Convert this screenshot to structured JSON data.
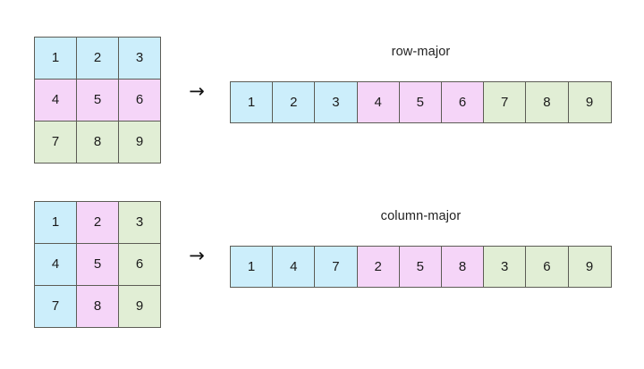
{
  "figure": {
    "title": "",
    "background_color": "#ffffff",
    "arrow_glyph": "→",
    "border_color": "#5c5c55",
    "text_color": "#1a1a1a"
  },
  "palette": {
    "blue": "#cceefb",
    "pink": "#f5d5f8",
    "green": "#e1eed5"
  },
  "examples": [
    {
      "id": "row-major",
      "label": "row-major",
      "matrix": {
        "rows": 3,
        "cols": 3,
        "cells": [
          [
            {
              "value": "1",
              "color": "blue"
            },
            {
              "value": "2",
              "color": "blue"
            },
            {
              "value": "3",
              "color": "blue"
            }
          ],
          [
            {
              "value": "4",
              "color": "pink"
            },
            {
              "value": "5",
              "color": "pink"
            },
            {
              "value": "6",
              "color": "pink"
            }
          ],
          [
            {
              "value": "7",
              "color": "green"
            },
            {
              "value": "8",
              "color": "green"
            },
            {
              "value": "9",
              "color": "green"
            }
          ]
        ]
      },
      "array": {
        "length": 9,
        "cells": [
          {
            "value": "1",
            "color": "blue"
          },
          {
            "value": "2",
            "color": "blue"
          },
          {
            "value": "3",
            "color": "blue"
          },
          {
            "value": "4",
            "color": "pink"
          },
          {
            "value": "5",
            "color": "pink"
          },
          {
            "value": "6",
            "color": "pink"
          },
          {
            "value": "7",
            "color": "green"
          },
          {
            "value": "8",
            "color": "green"
          },
          {
            "value": "9",
            "color": "green"
          }
        ]
      }
    },
    {
      "id": "column-major",
      "label": "column-major",
      "matrix": {
        "rows": 3,
        "cols": 3,
        "cells": [
          [
            {
              "value": "1",
              "color": "blue"
            },
            {
              "value": "2",
              "color": "pink"
            },
            {
              "value": "3",
              "color": "green"
            }
          ],
          [
            {
              "value": "4",
              "color": "blue"
            },
            {
              "value": "5",
              "color": "pink"
            },
            {
              "value": "6",
              "color": "green"
            }
          ],
          [
            {
              "value": "7",
              "color": "blue"
            },
            {
              "value": "8",
              "color": "pink"
            },
            {
              "value": "9",
              "color": "green"
            }
          ]
        ]
      },
      "array": {
        "length": 9,
        "cells": [
          {
            "value": "1",
            "color": "blue"
          },
          {
            "value": "4",
            "color": "blue"
          },
          {
            "value": "7",
            "color": "blue"
          },
          {
            "value": "2",
            "color": "pink"
          },
          {
            "value": "5",
            "color": "pink"
          },
          {
            "value": "8",
            "color": "pink"
          },
          {
            "value": "3",
            "color": "green"
          },
          {
            "value": "6",
            "color": "green"
          },
          {
            "value": "9",
            "color": "green"
          }
        ]
      }
    }
  ]
}
